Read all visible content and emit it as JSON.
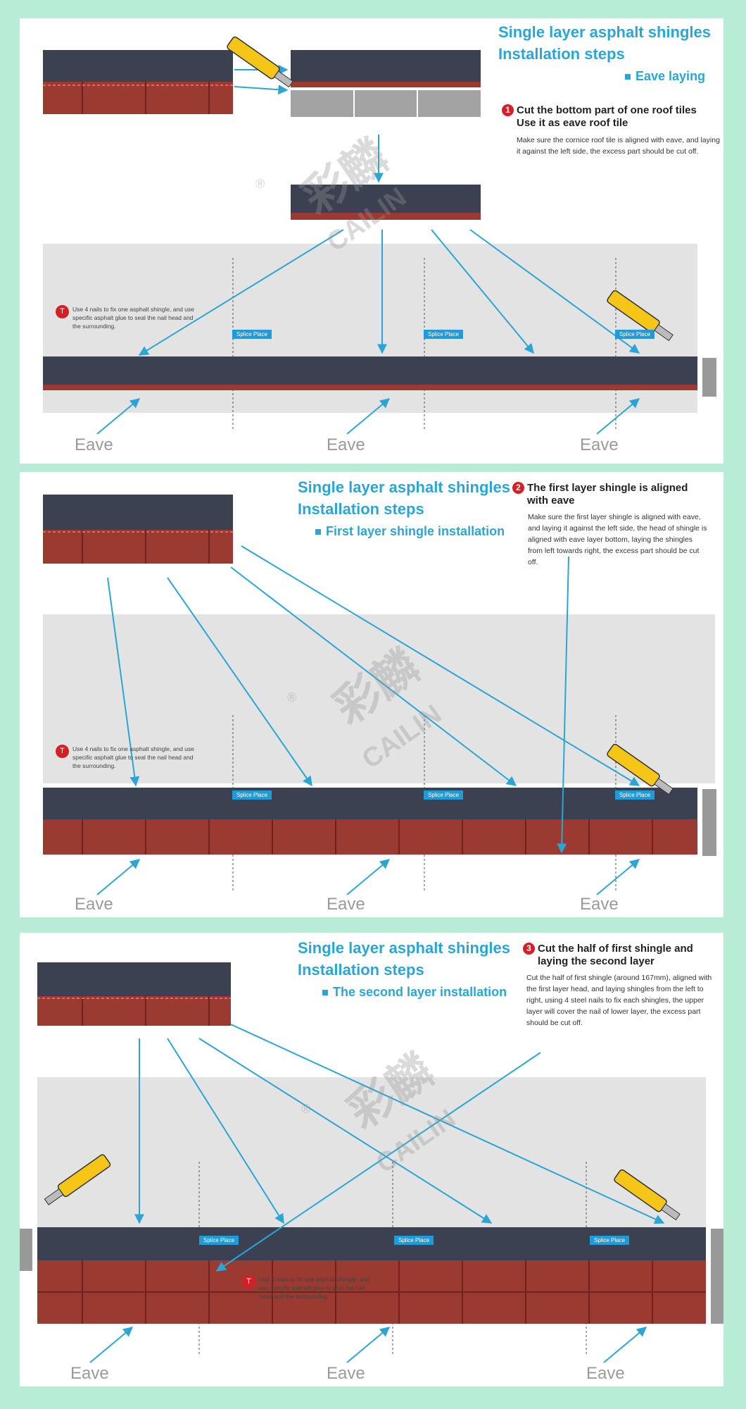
{
  "colors": {
    "background": "#b9ecd6",
    "accent": "#2aa6d6",
    "shingle_dark": "#3b4150",
    "shingle_red": "#9a3a30",
    "roof_deck": "#e3e3e3",
    "cut_gray": "#a3a3a3",
    "number_badge": "#d41f26"
  },
  "icons": [
    "utility-knife-icon",
    "step-number-badge",
    "arrow-icon"
  ],
  "panel1": {
    "title_line1": "Single layer asphalt shingles",
    "title_line2": "Installation steps",
    "subtitle": "Eave laying",
    "step_number": "1",
    "step_heading_line1": "Cut the bottom part of one roof tiles",
    "step_heading_line2": "Use it as eave roof tile",
    "step_text": "Make sure the cornice roof tile is aligned with eave, and laying it against the left side, the excess part should be cut off.",
    "note_number": "T",
    "note": "Use 4 nails to fix one asphalt shingle, and use specific asphalt glue to seal the nail head and the surrounding.",
    "splice": [
      "Splice Place",
      "Splice Place",
      "Splice Place"
    ],
    "eave": [
      "Eave",
      "Eave",
      "Eave"
    ]
  },
  "panel2": {
    "title_line1": "Single layer asphalt shingles",
    "title_line2": "Installation steps",
    "subtitle": "First layer shingle installation",
    "step_number": "2",
    "step_heading_line1": "The first layer shingle is aligned",
    "step_heading_line2": "with eave",
    "step_text": "Make sure the first layer shingle is aligned with eave, and laying it against the left side, the head of shingle is aligned with eave layer bottom, laying the shingles from left towards right, the excess part should be cut off.",
    "note_number": "T",
    "note": "Use 4 nails to fix one asphalt shingle, and use specific asphalt glue to seal the nail head and the surrounding.",
    "splice": [
      "Splice Place",
      "Splice Place",
      "Splice Place"
    ],
    "eave": [
      "Eave",
      "Eave",
      "Eave"
    ]
  },
  "panel3": {
    "title_line1": "Single layer asphalt shingles",
    "title_line2": "Installation steps",
    "subtitle": "The second layer installation",
    "step_number": "3",
    "step_heading_line1": "Cut the half of first shingle and",
    "step_heading_line2": "laying the second layer",
    "step_text": "Cut the half of first shingle (around 167mm), aligned with the first layer head, and laying shingles from the left to right, using 4 steel nails to fix each shingles, the upper layer will cover the nail of lower layer, the excess part should be cut off.",
    "note_number": "T",
    "note": "Use 4 nails to fix one asphalt shingle, and use specific asphalt glue to seal the nail head and the surrounding.",
    "splice": [
      "Splice Place",
      "Splice Place",
      "Splice Place"
    ],
    "eave": [
      "Eave",
      "Eave",
      "Eave"
    ]
  },
  "watermark": {
    "mark": "®",
    "chinese": "彩麟",
    "latin": "CAILIN"
  }
}
